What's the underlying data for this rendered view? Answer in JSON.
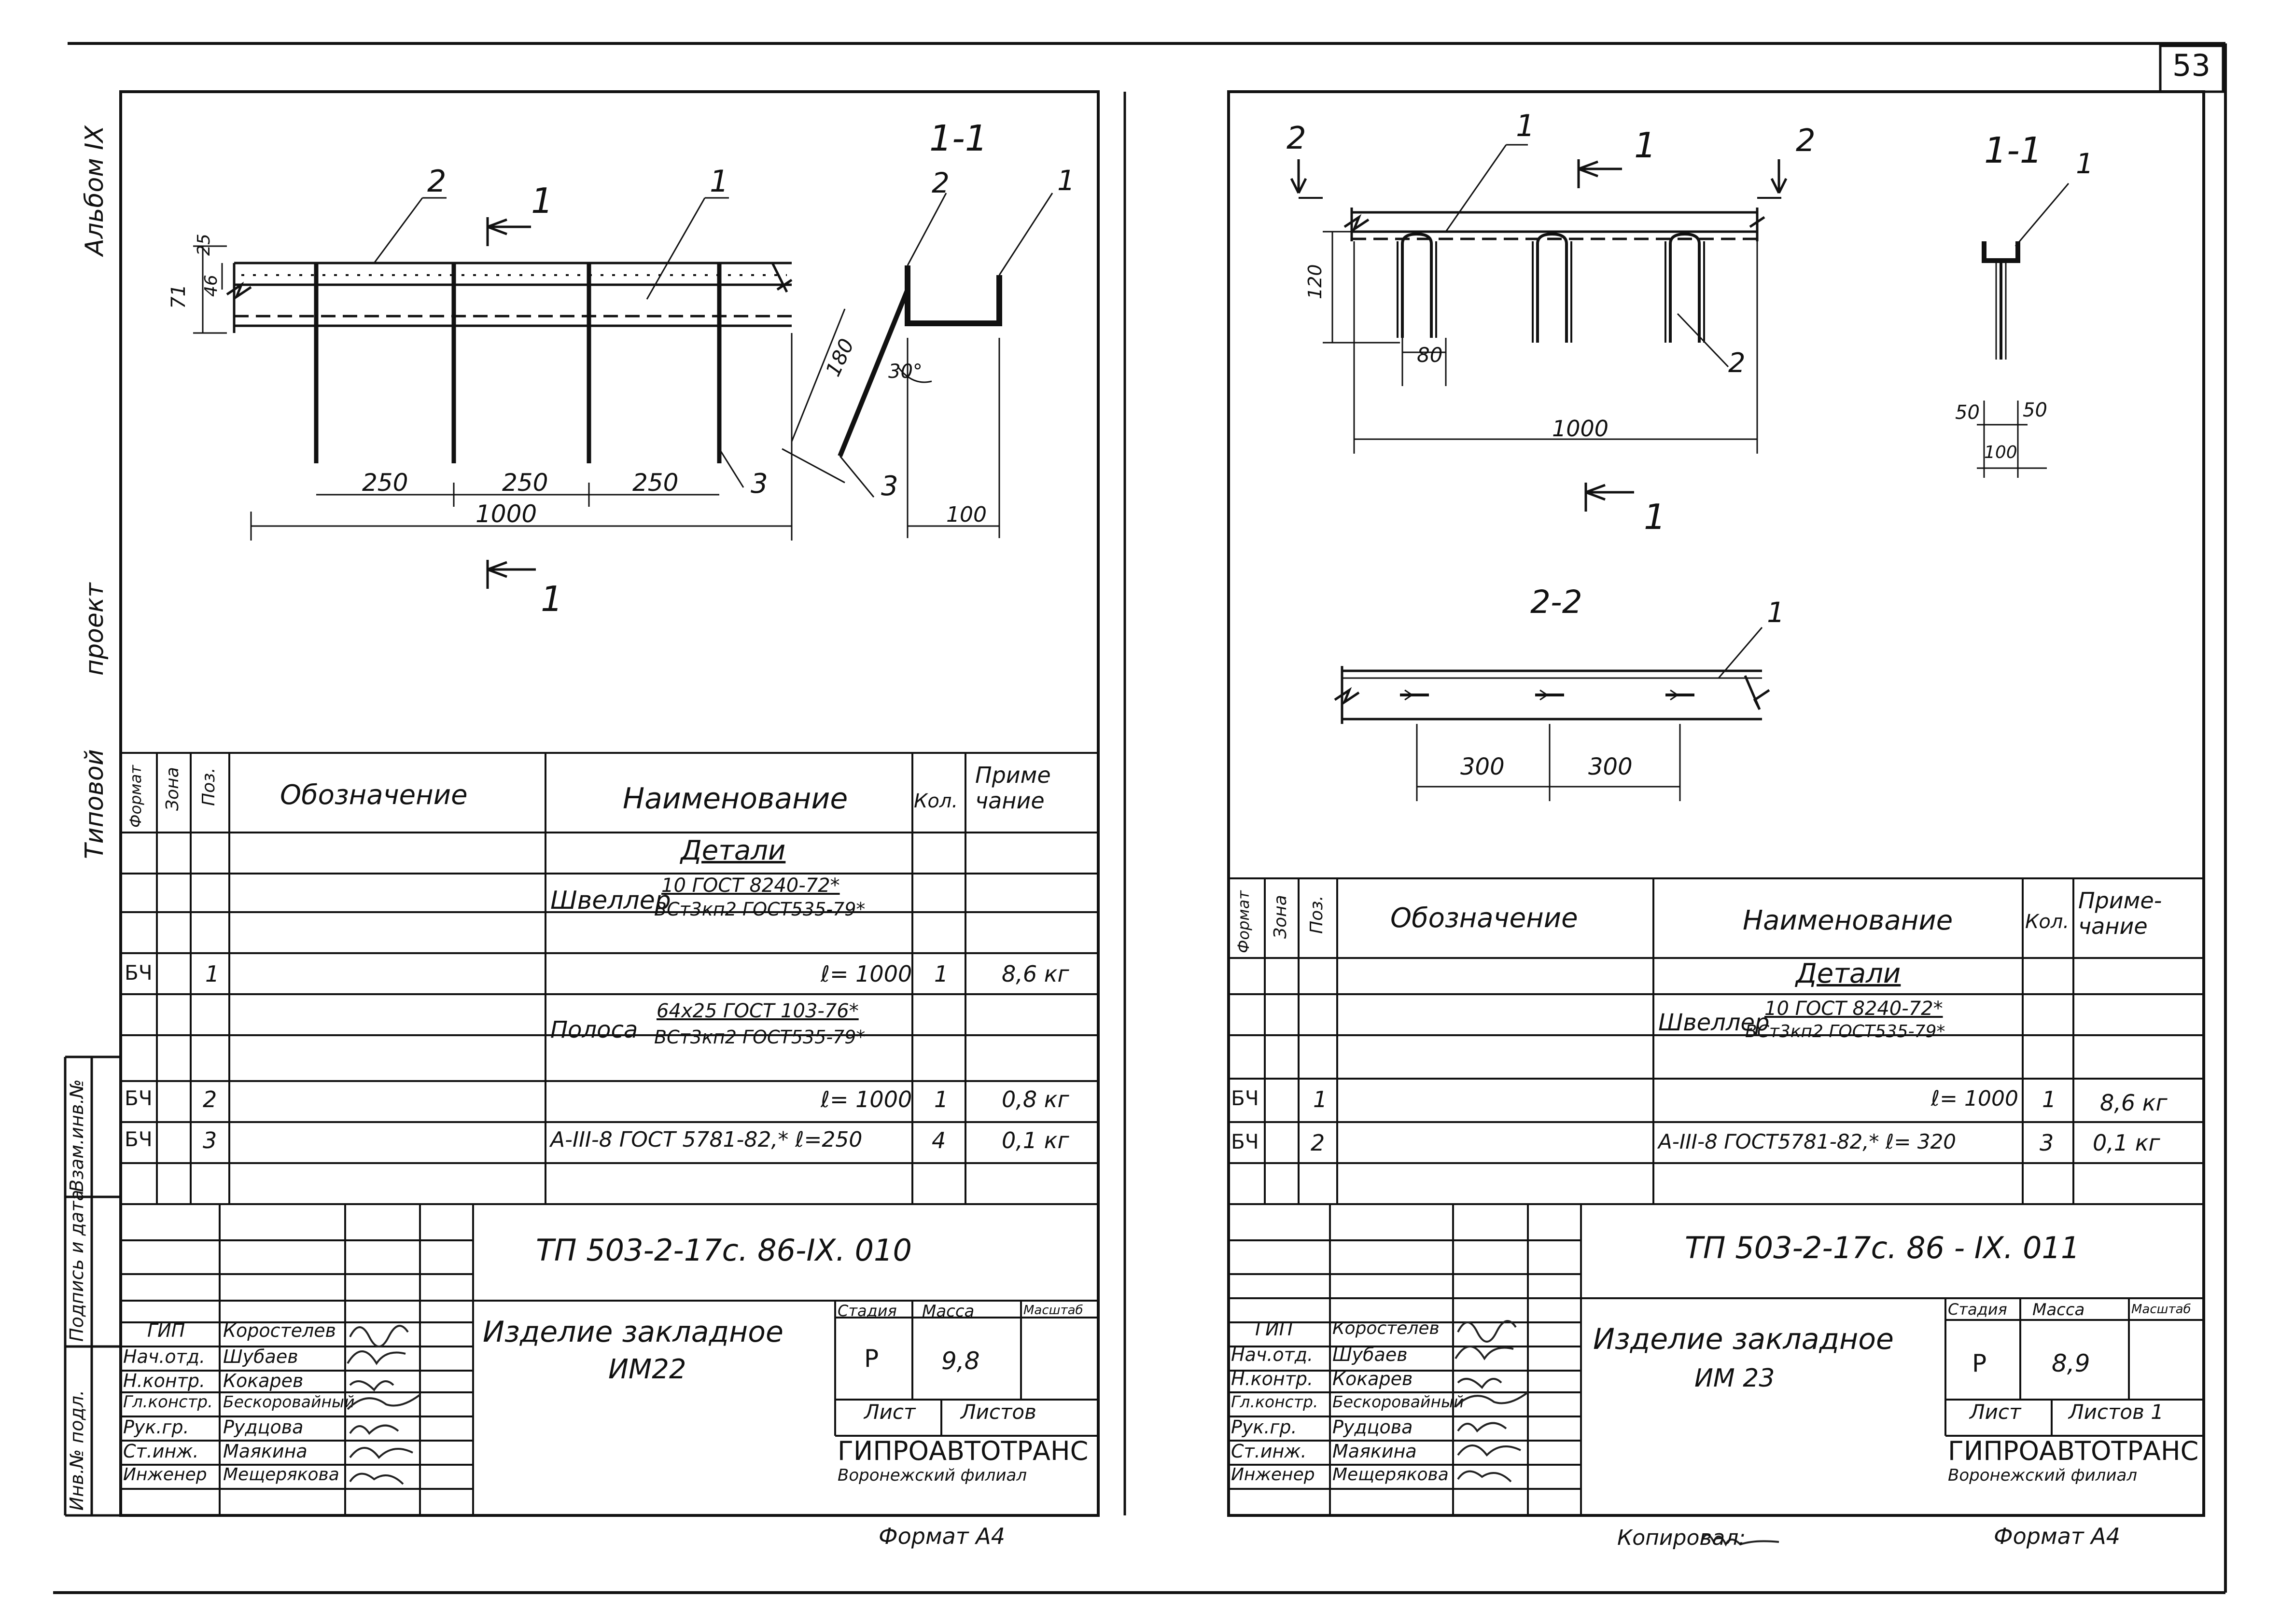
{
  "page_number": "53",
  "side_labels": {
    "album": "Альбом IX",
    "project": "проект",
    "typical": "Типовой",
    "inv_podl": "Инв.№ подл.",
    "podpis_data": "Подпись и дата",
    "vzam_inv": "Взам.инв.№"
  },
  "spec_headers": {
    "format": "Формат",
    "zone": "Зона",
    "pos": "Поз.",
    "designation": "Обозначение",
    "name": "Наименование",
    "qty": "Кол.",
    "note_left": "Приме чание",
    "note_right": "Приме- чание"
  },
  "stamp_roles": [
    "ГИП",
    "Нач.отд.",
    "Н.контр.",
    "Гл.констр.",
    "Рук.гр.",
    "Ст.инж.",
    "Инженер"
  ],
  "stamp_names": [
    "Коростелев",
    "Шубаев",
    "Кокарев",
    "Бескоровайный",
    "Рудцова",
    "Маякина",
    "Мещерякова"
  ],
  "stamp_headers": {
    "stage": "Стадия",
    "mass": "Масса",
    "scale": "Масштаб",
    "sheet": "Лист",
    "sheets": "Листов",
    "sheets_right": "Листов 1"
  },
  "org": {
    "name": "ГИПРОАВТОТРАНС",
    "branch": "Воронежский филиал"
  },
  "format_label": "Формат А4",
  "copied_by": "Копировал:",
  "left_sheet": {
    "drawing": {
      "section_label": "1-1",
      "cut_marker": "1",
      "pos1": "1",
      "pos2": "2",
      "pos3": "3",
      "dim_25": "25",
      "dim_71": "71",
      "dim_46": "46",
      "dim_250_a": "250",
      "dim_250_b": "250",
      "dim_250_c": "250",
      "dim_1000": "1000",
      "dim_180": "180",
      "dim_30": "30°",
      "dim_100": "100"
    },
    "spec": {
      "group": "Детали",
      "row_channel_name": "Швеллер",
      "row_channel_top": "10 ГОСТ 8240-72*",
      "row_channel_bottom": "ВСт3кп2 ГОСТ535-79*",
      "row1": {
        "format": "БЧ",
        "pos": "1",
        "name": "ℓ= 1000",
        "qty": "1",
        "note": "8,6 кг"
      },
      "row_strip_name": "Полоса",
      "row_strip_top": "64х25 ГОСТ 103-76*",
      "row_strip_bottom": "ВСт3кп2 ГОСТ535-79*",
      "row2": {
        "format": "БЧ",
        "pos": "2",
        "name": "ℓ= 1000",
        "qty": "1",
        "note": "0,8 кг"
      },
      "row3": {
        "format": "БЧ",
        "pos": "3",
        "name": "А-III-8 ГОСТ 5781-82,* ℓ=250",
        "qty": "4",
        "note": "0,1 кг"
      }
    },
    "stamp": {
      "code": "ТП  503-2-17с. 86-IX. 010",
      "title_line1": "Изделие закладное",
      "title_line2": "ИМ22",
      "stage": "Р",
      "mass": "9,8"
    }
  },
  "right_sheet": {
    "drawing": {
      "section_label": "1-1",
      "section2_label": "2-2",
      "cut_marker": "1",
      "cut_marker2": "2",
      "pos1": "1",
      "pos2": "2",
      "dim_120": "120",
      "dim_80": "80",
      "dim_1000": "1000",
      "dim_50_a": "50",
      "dim_50_b": "50",
      "dim_100": "100",
      "dim_300_a": "300",
      "dim_300_b": "300"
    },
    "spec": {
      "group": "Детали",
      "row_channel_name": "Швеллер",
      "row_channel_top": "10 ГОСТ 8240-72*",
      "row_channel_bottom": "ВСт3кп2 ГОСТ535-79*",
      "row1": {
        "format": "БЧ",
        "pos": "1",
        "name": "ℓ= 1000",
        "qty": "1",
        "note": "8,6 кг"
      },
      "row2": {
        "format": "БЧ",
        "pos": "2",
        "name": "А-III-8 ГОСТ5781-82,* ℓ= 320",
        "qty": "3",
        "note": "0,1 кг"
      }
    },
    "stamp": {
      "code": "ТП   503-2-17с. 86 - IX. 011",
      "title_line1": "Изделие  закладное",
      "title_line2": "ИМ 23",
      "stage": "Р",
      "mass": "8,9"
    }
  }
}
